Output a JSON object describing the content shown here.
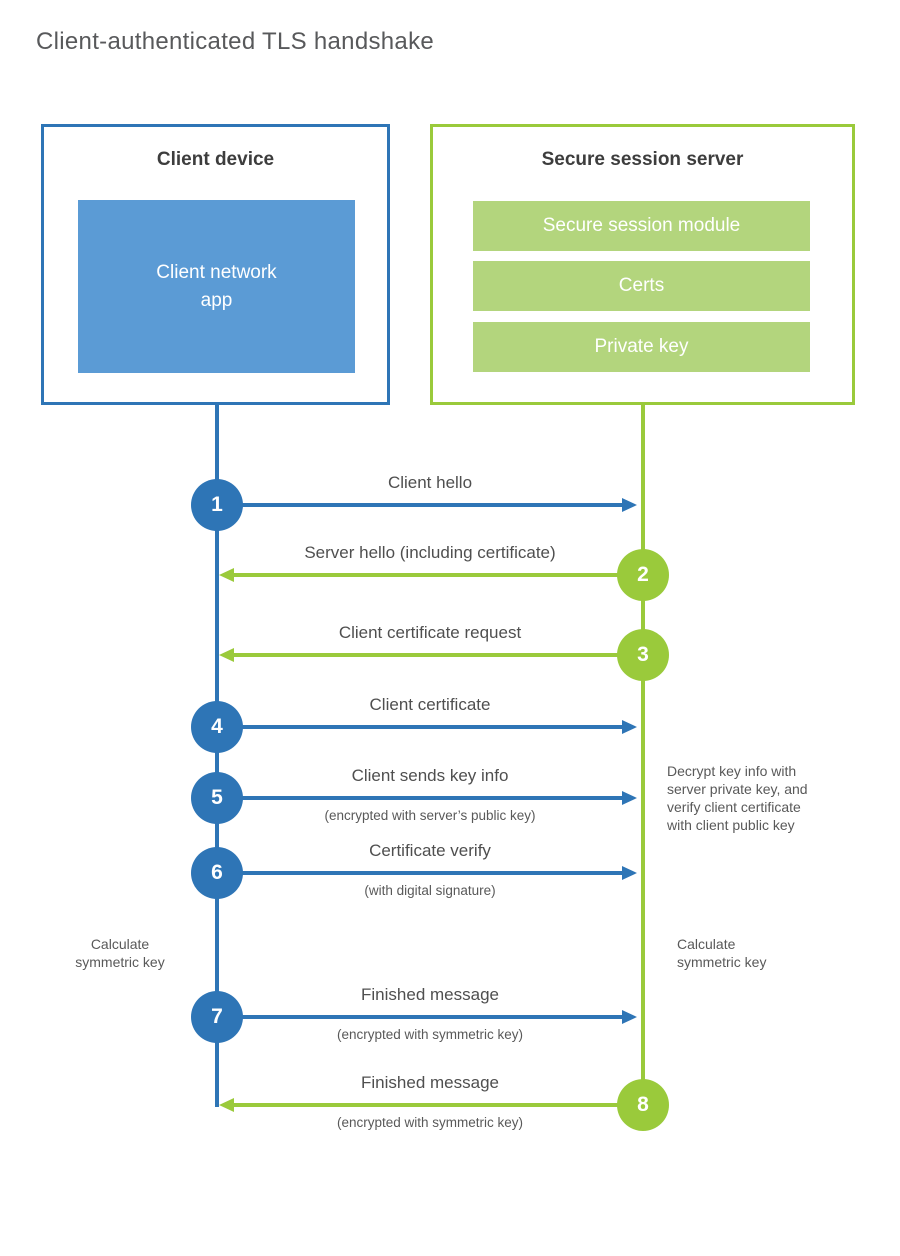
{
  "title": "Client-authenticated TLS handshake",
  "client_box": {
    "title": "Client device",
    "inner_label": "Client network\napp"
  },
  "server_box": {
    "title": "Secure session server",
    "modules": [
      "Secure session module",
      "Certs",
      "Private key"
    ]
  },
  "steps": [
    {
      "num": "1",
      "direction": "client-to-server",
      "label": "Client hello",
      "sublabel": ""
    },
    {
      "num": "2",
      "direction": "server-to-client",
      "label": "Server hello (including certificate)",
      "sublabel": ""
    },
    {
      "num": "3",
      "direction": "server-to-client",
      "label": "Client certificate request",
      "sublabel": ""
    },
    {
      "num": "4",
      "direction": "client-to-server",
      "label": "Client certificate",
      "sublabel": ""
    },
    {
      "num": "5",
      "direction": "client-to-server",
      "label": "Client sends key info",
      "sublabel": "(encrypted with server’s public key)"
    },
    {
      "num": "6",
      "direction": "client-to-server",
      "label": "Certificate verify",
      "sublabel": "(with digital signature)"
    },
    {
      "num": "7",
      "direction": "client-to-server",
      "label": "Finished message",
      "sublabel": "(encrypted with symmetric key)"
    },
    {
      "num": "8",
      "direction": "server-to-client",
      "label": "Finished message",
      "sublabel": "(encrypted with symmetric key)"
    }
  ],
  "notes": {
    "decrypt": "Decrypt key info with\nserver private key, and\nverify client certificate\nwith client public key",
    "calc_left": "Calculate\nsymmetric key",
    "calc_right": "Calculate\nsymmetric key"
  },
  "colors": {
    "blue": "#2e75b6",
    "blue_light": "#5b9bd5",
    "green": "#9aca3b",
    "green_light": "#b3d57d"
  }
}
